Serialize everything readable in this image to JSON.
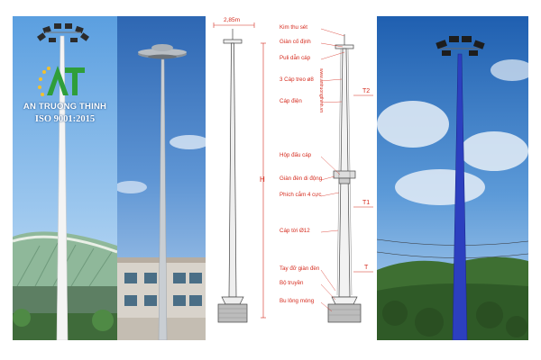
{
  "logo": {
    "brand_name": "AN TRUONG THINH",
    "certification": "ISO 9001:2015",
    "mark": "AT",
    "colors": {
      "green": "#2f9e3a",
      "star": "#f2c12e",
      "white": "#ffffff"
    }
  },
  "diagram": {
    "width_label": "2,85m",
    "height_label": "H",
    "website": "www.antruongthinh.vn",
    "components": [
      "Kim thu sét",
      "Giàn cố định",
      "Puli dẫn cáp",
      "3 Cáp treo ø8",
      "Cáp điện",
      "Hộp đấu cáp",
      "Giàn đèn di động",
      "Phích cắm 4 cực",
      "Cáp tời Ø12",
      "Tay đỡ giàn đèn",
      "Bộ truyền",
      "Bu lông móng"
    ],
    "markers": [
      "T2",
      "T1",
      "T"
    ],
    "accent_color": "#d52b1e"
  }
}
